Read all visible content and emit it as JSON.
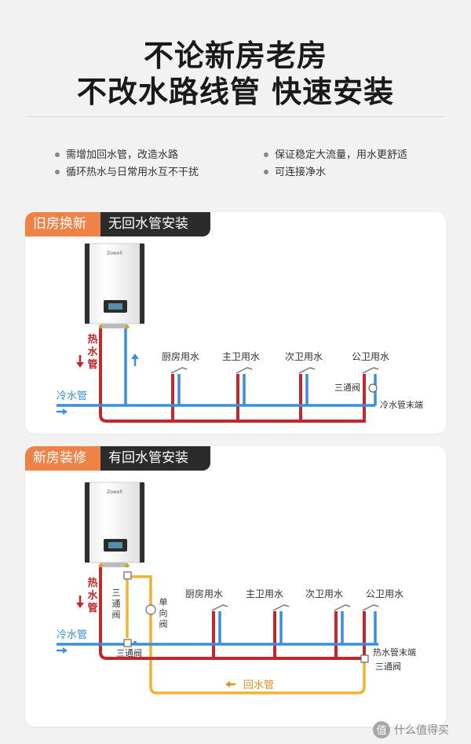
{
  "headline": {
    "line1": "不论新房老房",
    "line2": "不改水路线管 快速安装"
  },
  "bullets": [
    "需增加回水管，改造水路",
    "保证稳定大流量，用水更舒适",
    "循环热水与日常用水互不干扰",
    "可连接净水"
  ],
  "colors": {
    "hot": "#c0282d",
    "cold": "#3a8ee0",
    "return": "#f2b233",
    "tag_orange": "#ee8347",
    "tag_dark": "#2b2b2b"
  },
  "card1": {
    "tag_orange": "旧房换新",
    "tag_dark": "无回水管安装",
    "heater_brand": "Zowell",
    "hot_pipe": [
      "热",
      "水",
      "管"
    ],
    "cold_pipe": "冷水管",
    "outlets": [
      "厨房用水",
      "主卫用水",
      "次卫用水",
      "公卫用水"
    ],
    "valve": "三通阀",
    "pipe_end": "冷水管末端"
  },
  "card2": {
    "tag_orange": "新房装修",
    "tag_dark": "有回水管安装",
    "heater_brand": "Zowell",
    "hot_pipe": [
      "热",
      "水",
      "管"
    ],
    "cold_pipe": "冷水管",
    "valve_vertical": [
      "三",
      "通",
      "阀"
    ],
    "check_valve": [
      "单",
      "向",
      "阀"
    ],
    "outlets": [
      "厨房用水",
      "主卫用水",
      "次卫用水",
      "公卫用水"
    ],
    "valve_left": "三通阀",
    "pipe_end": "热水管末端",
    "valve_right": "三通阀",
    "return_pipe": "回水管"
  },
  "watermark": {
    "logo_char": "值",
    "text": "什么值得买"
  }
}
